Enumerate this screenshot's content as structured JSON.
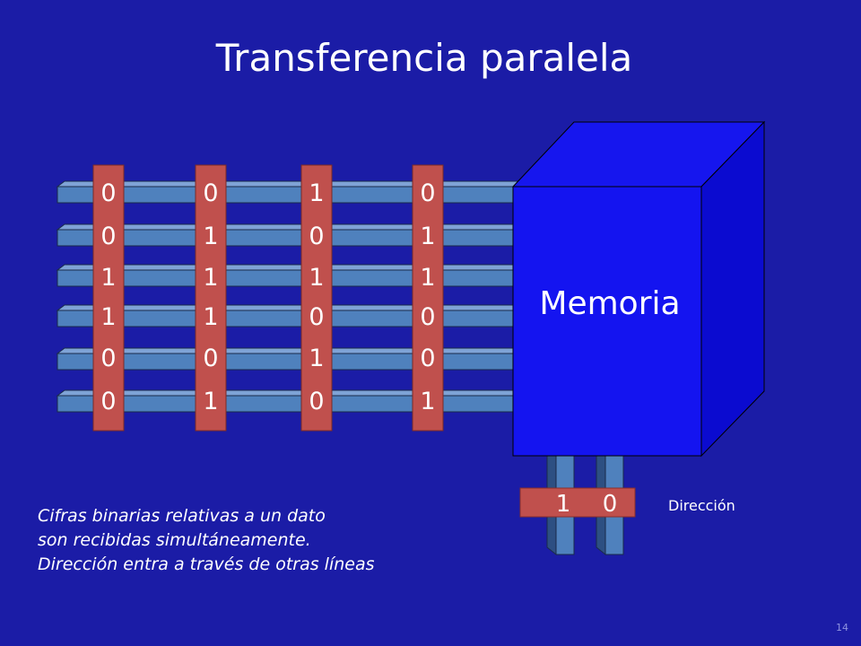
{
  "title": "Transferencia paralela",
  "memory_label": "Memoria",
  "data_words": [
    [
      "0",
      "0",
      "1",
      "1",
      "0",
      "0"
    ],
    [
      "0",
      "1",
      "1",
      "1",
      "0",
      "1"
    ],
    [
      "1",
      "0",
      "1",
      "0",
      "1",
      "0"
    ],
    [
      "0",
      "1",
      "1",
      "0",
      "0",
      "1"
    ]
  ],
  "address_bits": [
    "1",
    "0"
  ],
  "address_label": "Dirección",
  "caption": [
    "Cifras binarias relativas a un dato",
    "son recibidas simultáneamente.",
    "Dirección entra a través de otras líneas"
  ],
  "page_number": "14",
  "colors": {
    "background": "#1b1ca6",
    "bus_line": "#4f81bd",
    "bit_column": "#c0504d",
    "memory_front": "#1414f0",
    "memory_side": "#0a0acc"
  }
}
